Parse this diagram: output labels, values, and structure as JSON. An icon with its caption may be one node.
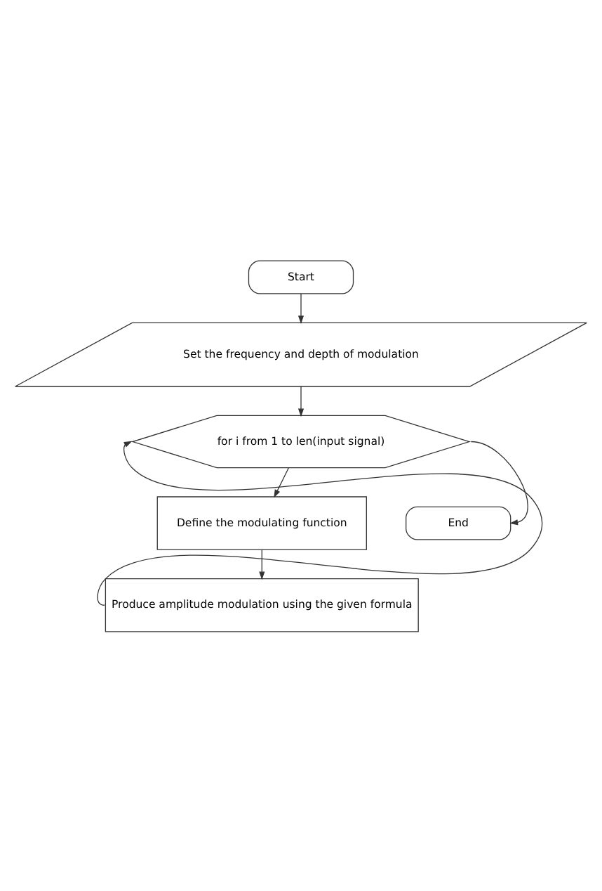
{
  "diagram": {
    "nodes": [
      {
        "text": [
          "Start"
        ]
      },
      {
        "text": [
          "Set the frequency and depth of modulation"
        ]
      },
      {
        "text": [
          "for i from 1 to len(input signal)"
        ]
      },
      {
        "text": [
          "Define the modulating function"
        ]
      },
      {
        "text": [
          "Produce amplitude modulation using the given formula"
        ]
      },
      {
        "text": [
          "End"
        ]
      }
    ],
    "edges": [
      {
        "from": 0,
        "to": 1,
        "arrow": "to"
      },
      {
        "from": 1,
        "to": 2,
        "arrow": "to"
      },
      {
        "from": 2,
        "to": 3,
        "arrow": "to"
      },
      {
        "from": 3,
        "to": 4,
        "arrow": "to"
      },
      {
        "from": 4,
        "to": 2,
        "arrow": "to"
      },
      {
        "from": 2,
        "to": 5,
        "arrow": "to"
      }
    ]
  }
}
